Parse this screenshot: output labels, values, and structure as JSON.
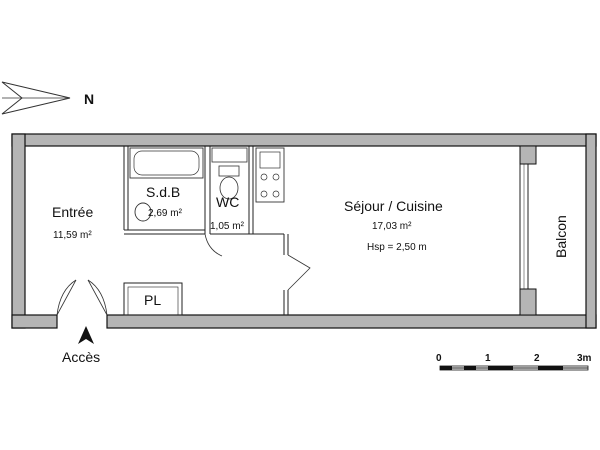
{
  "compass": {
    "north_label": "N"
  },
  "rooms": {
    "entree": {
      "name": "Entrée",
      "area": "11,59 m²"
    },
    "sdb": {
      "name": "S.d.B",
      "area": "2,69 m²"
    },
    "wc": {
      "name": "WC",
      "area": "1,05 m²"
    },
    "sejour": {
      "name": "Séjour / Cuisine",
      "area": "17,03 m²",
      "height": "Hsp = 2,50 m"
    },
    "balcon": {
      "name": "Balcon"
    },
    "placard": {
      "name": "PL"
    }
  },
  "access": {
    "label": "Accès"
  },
  "scale_bar": {
    "ticks": [
      "0",
      "1",
      "2",
      "3m"
    ]
  }
}
